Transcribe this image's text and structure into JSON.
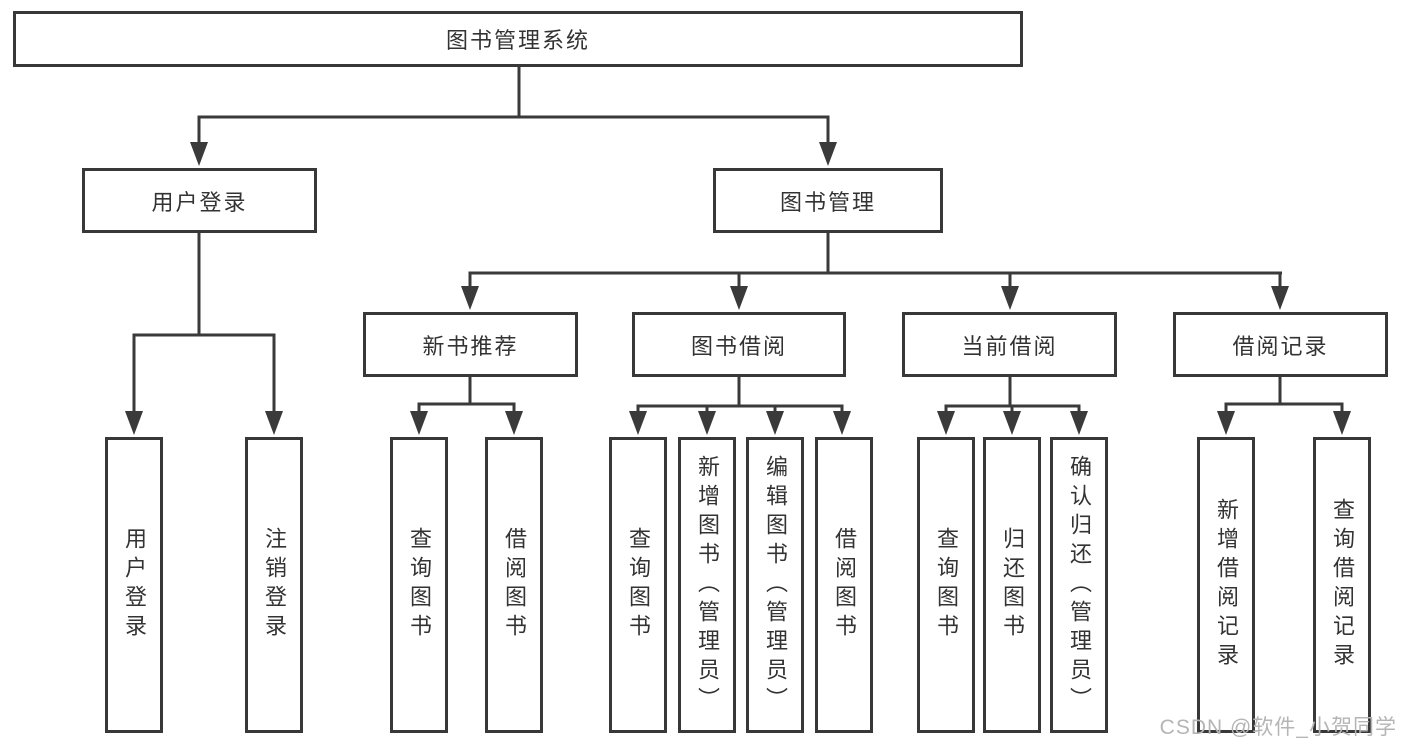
{
  "diagram": {
    "root": {
      "label": "图书管理系统"
    },
    "branches": [
      {
        "label": "用户登录",
        "children": [
          {
            "label": "用户登录"
          },
          {
            "label": "注销登录"
          }
        ]
      },
      {
        "label": "图书管理",
        "children": [
          {
            "label": "新书推荐",
            "children": [
              {
                "label": "查询图书"
              },
              {
                "label": "借阅图书"
              }
            ]
          },
          {
            "label": "图书借阅",
            "children": [
              {
                "label": "查询图书"
              },
              {
                "label": "新增图书（管理员）"
              },
              {
                "label": "编辑图书（管理员）"
              },
              {
                "label": "借阅图书"
              }
            ]
          },
          {
            "label": "当前借阅",
            "children": [
              {
                "label": "查询图书"
              },
              {
                "label": "归还图书"
              },
              {
                "label": "确认归还（管理员）"
              }
            ]
          },
          {
            "label": "借阅记录",
            "children": [
              {
                "label": "新增借阅记录"
              },
              {
                "label": "查询借阅记录"
              }
            ]
          }
        ]
      }
    ]
  },
  "watermark": {
    "text": "CSDN @软件_小贺同学"
  },
  "colors": {
    "line": "#3a3a3a",
    "box_border": "#383838",
    "text": "#333333",
    "watermark": "#b5b5b5",
    "background": "#ffffff"
  }
}
